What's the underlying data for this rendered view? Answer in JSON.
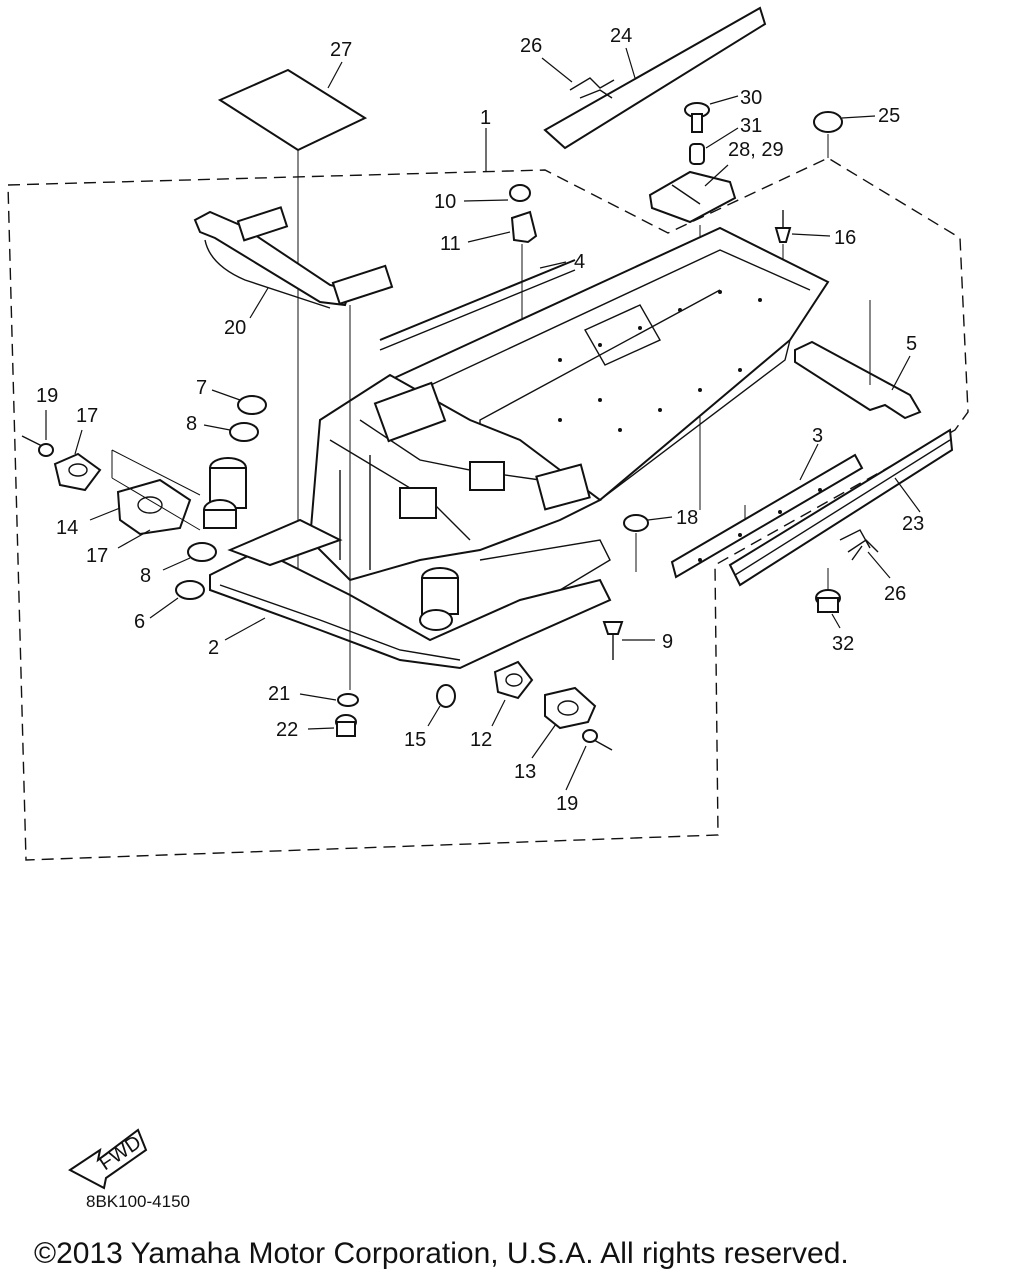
{
  "diagram": {
    "code": "8BK100-4150",
    "copyright": "©2013 Yamaha Motor Corporation, U.S.A. All rights reserved.",
    "fwd_label": "FWD",
    "callouts": {
      "c1": "1",
      "c2": "2",
      "c3": "3",
      "c4": "4",
      "c5": "5",
      "c6": "6",
      "c7": "7",
      "c8a": "8",
      "c8b": "8",
      "c9": "9",
      "c10": "10",
      "c11": "11",
      "c12": "12",
      "c13": "13",
      "c14": "14",
      "c15": "15",
      "c16": "16",
      "c17a": "17",
      "c17b": "17",
      "c18": "18",
      "c19a": "19",
      "c19b": "19",
      "c20": "20",
      "c21": "21",
      "c22": "22",
      "c23": "23",
      "c24": "24",
      "c25": "25",
      "c26a": "26",
      "c26b": "26",
      "c27": "27",
      "c2829": "28, 29",
      "c30": "30",
      "c31": "31",
      "c32": "32"
    }
  }
}
